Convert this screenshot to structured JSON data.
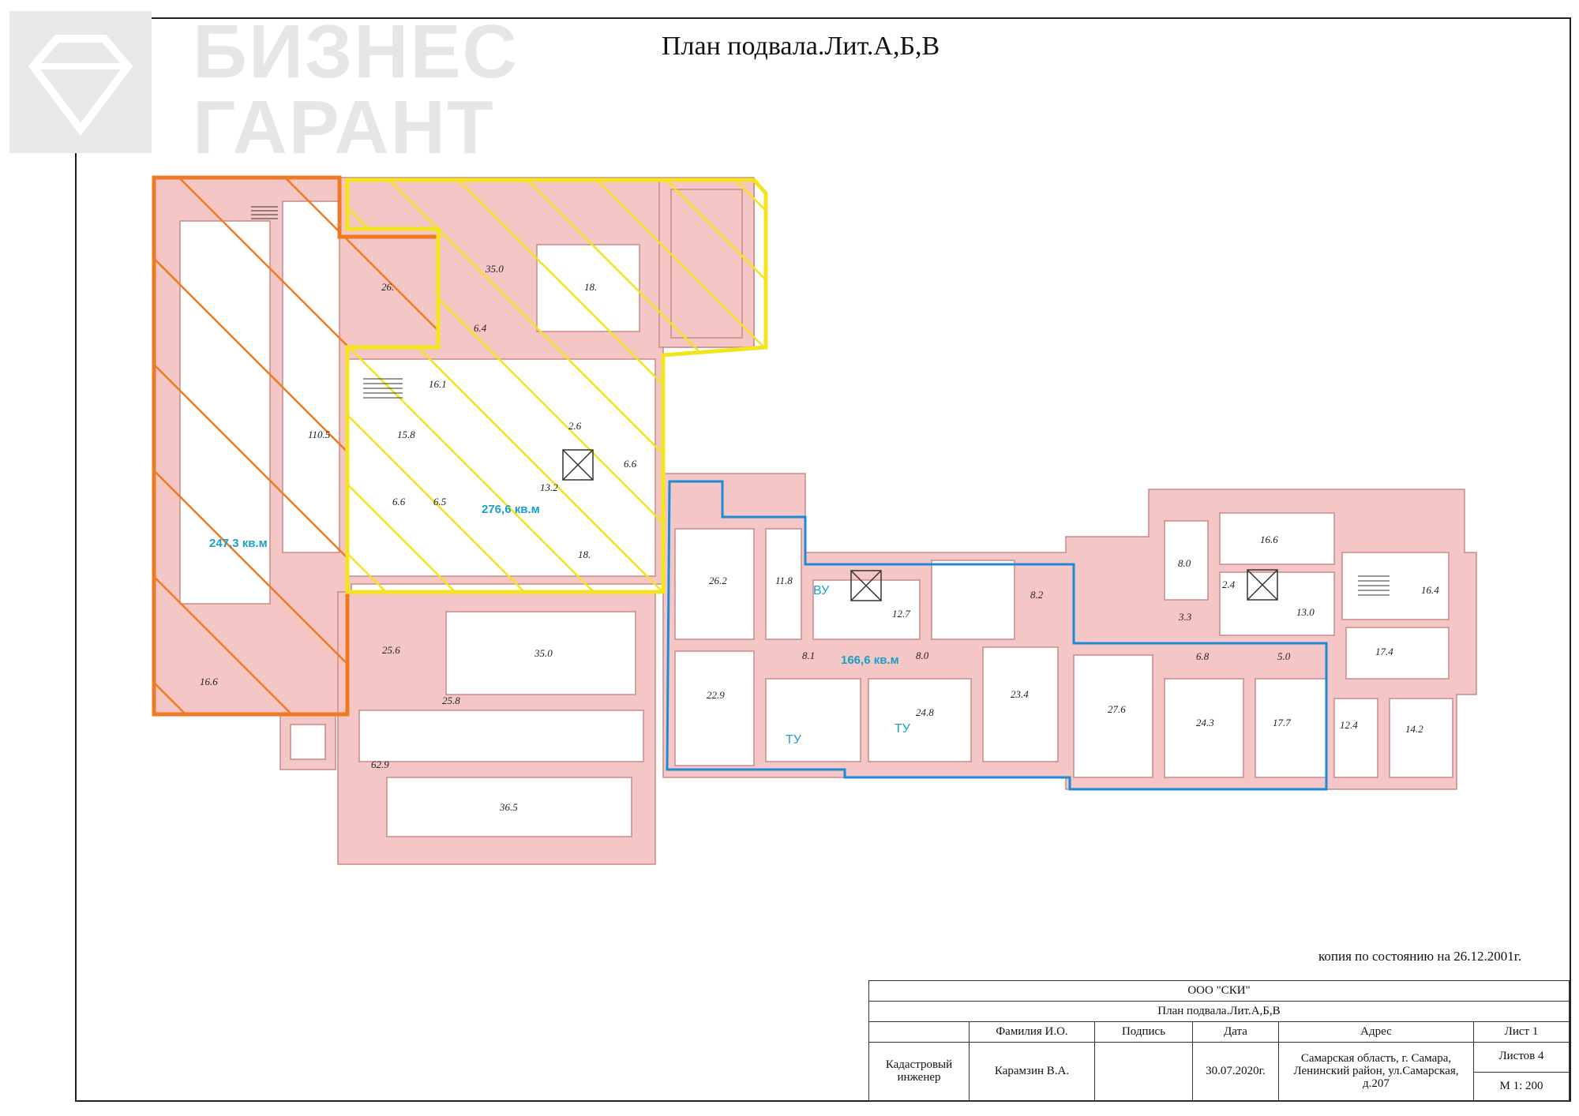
{
  "watermark": {
    "line1": "БИЗНЕС",
    "line2": "ГАРАНТ"
  },
  "title": "План подвала.Лит.А,Б,В",
  "copy_note": "копия по состоянию на 26.12.2001г.",
  "zones": {
    "orange": {
      "area": "247,3 кв.м",
      "color": "#f07a22"
    },
    "yellow": {
      "area": "276,6 кв.м",
      "color": "#f4e41e"
    },
    "blue": {
      "area": "166,6 кв.м",
      "color": "#1e8ad6"
    },
    "tu1": "ТУ",
    "tu2": "ТУ",
    "vu": "ВУ"
  },
  "colors": {
    "wall": "#f4c6c6",
    "wall_line": "#c98a8a",
    "accent_blue": "#1aa0c8"
  },
  "rooms": {
    "r1105": "110.5",
    "r26a": "26.",
    "r350a": "35.0",
    "r18a": "18.",
    "r64": "6.4",
    "r161": "16.1",
    "r158": "15.8",
    "r26b": "2.6",
    "r66a": "6.6",
    "r65": "6.5",
    "r66b": "6.6",
    "r132": "13.2",
    "r18b": "18.",
    "r166": "16.6",
    "r256": "25.6",
    "r350b": "35.0",
    "r258": "25.8",
    "r629": "62.9",
    "r365": "36.5",
    "r262": "26.2",
    "r118": "11.8",
    "r229": "22.9",
    "r81": "8.1",
    "r80a": "8.0",
    "r127": "12.7",
    "r248": "24.8",
    "r234": "23.4",
    "r82": "8.2",
    "r276": "27.6",
    "r68": "6.8",
    "r50": "5.0",
    "r243": "24.3",
    "r177": "17.7",
    "r80b": "8.0",
    "r166b": "16.6",
    "r33": "3.3",
    "r24": "2.4",
    "r130": "13.0",
    "r164": "16.4",
    "r174": "17.4",
    "r124": "12.4",
    "r142": "14.2"
  },
  "stamp": {
    "org": "ООО \"СКИ\"",
    "title": "План подвала.Лит.А,Б,В",
    "h_name": "Фамилия И.О.",
    "h_sign": "Подпись",
    "h_date": "Дата",
    "h_addr": "Адрес",
    "sheet": "Лист  1",
    "role": "Кадастровый инженер",
    "person": "Карамзин В.А.",
    "date": "30.07.2020г.",
    "address": "Самарская область, г. Самара, Ленинский район, ул.Самарская, д.207",
    "sheets": "Листов  4",
    "scale": "М 1: 200"
  }
}
